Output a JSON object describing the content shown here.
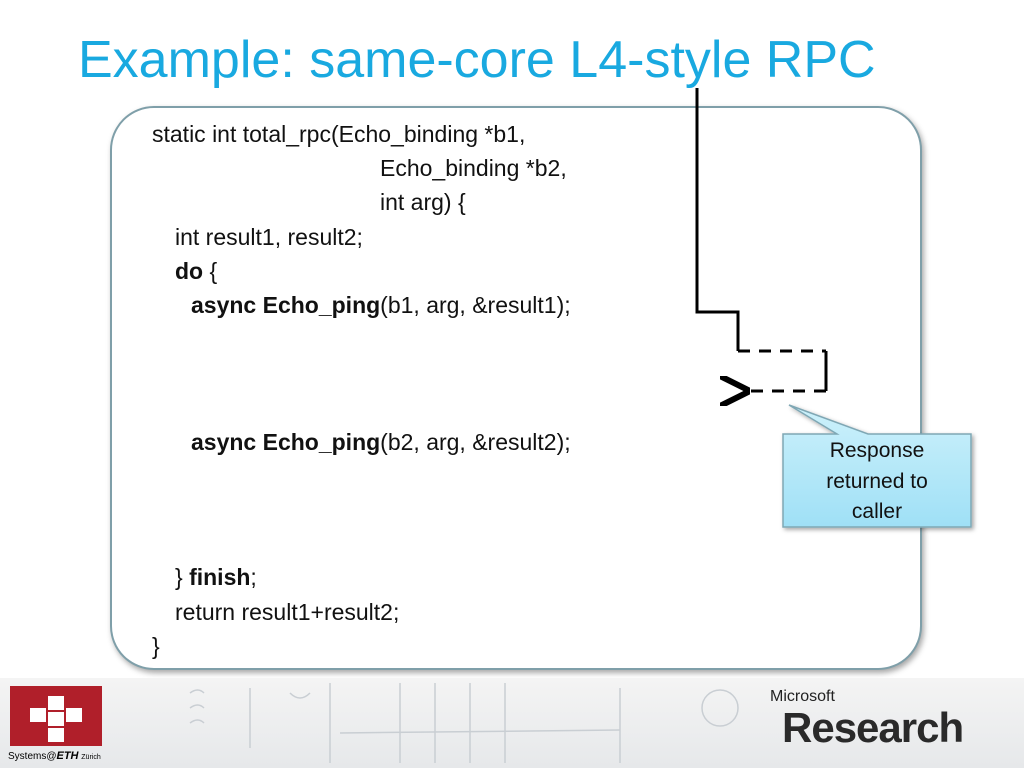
{
  "slide": {
    "title": "Example: same-core L4-style RPC"
  },
  "code": {
    "line1": "static int total_rpc(Echo_binding *b1,",
    "line2": "Echo_binding *b2,",
    "line3": "int arg) {",
    "line4": "int result1, result2;",
    "line5_kw": "do",
    "line5_rest": " {",
    "line6_kw": "async Echo_ping",
    "line6_rest": "(b1, arg, &result1);",
    "line7_kw": "async Echo_ping",
    "line7_rest": "(b2, arg, &result2);",
    "line8_pre": "} ",
    "line8_kw": "finish",
    "line8_rest": ";",
    "line9": "return result1+result2;",
    "line10": "}"
  },
  "callout": {
    "line1": "Response",
    "line2": "returned to",
    "line3": "caller"
  },
  "footer": {
    "eth_prefix": "Systems@",
    "eth_name": "ETH",
    "eth_city": "Zürich",
    "ms_small": "Microsoft",
    "ms_big": "Research"
  }
}
